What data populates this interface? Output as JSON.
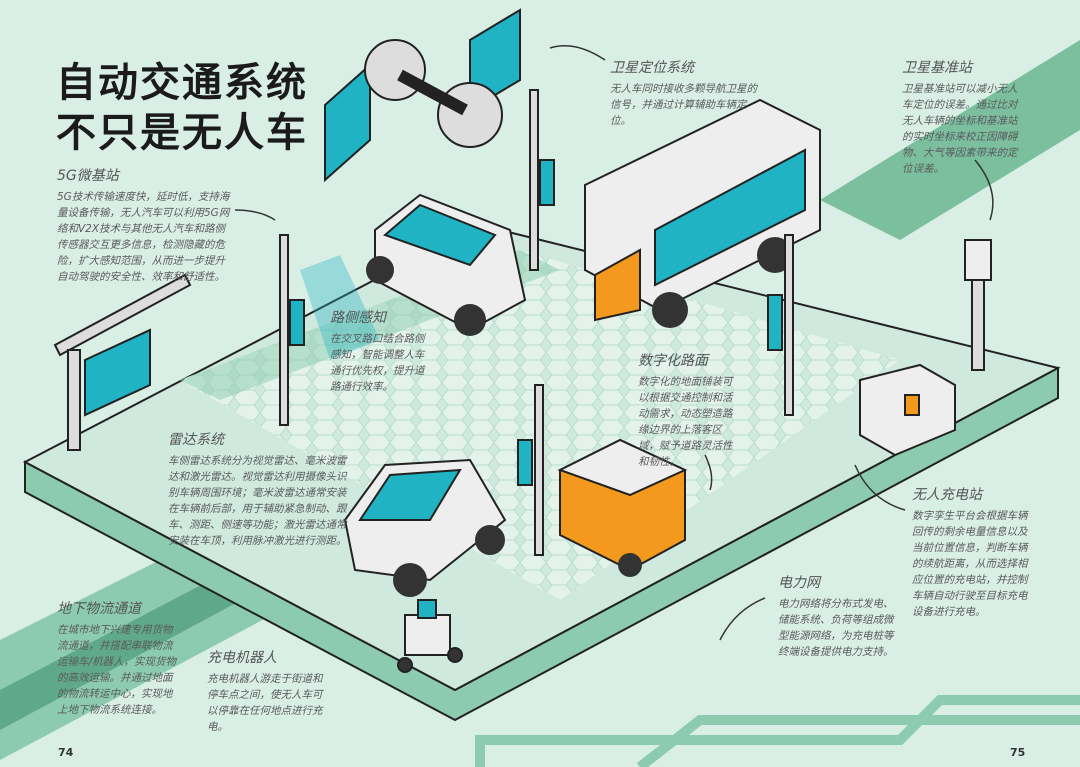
{
  "title": {
    "line1": "自动交通系统",
    "line2": "不只是无人车"
  },
  "sections": {
    "g5": {
      "heading": "5G微基站",
      "body": "5G技术传输速度快，延时低，支持海量设备传输，无人汽车可以利用5G网络和V2X技术与其他无人汽车和路侧传感器交互更多信息，检测隐藏的危险，扩大感知范围，从而进一步提升自动驾驶的安全性、效率和舒适性。"
    },
    "satellite": {
      "heading": "卫星定位系统",
      "body": "无人车同时接收多颗导航卫星的信号，并通过计算辅助车辆定位。"
    },
    "base_station": {
      "heading": "卫星基准站",
      "body": "卫星基准站可以减小无人车定位的误差。通过比对无人车辆的坐标和基准站的实时坐标来校正因障碍物、大气等因素带来的定位误差。"
    },
    "roadside": {
      "heading": "路侧感知",
      "body": "在交叉路口结合路侧感知，智能调整人车通行优先权，提升道路通行效率。"
    },
    "digital_road": {
      "heading": "数字化路面",
      "body": "数字化的地面铺装可以根据交通控制和活动需求，动态塑造路缘边界的上落客区域，赋予道路灵活性和韧性。"
    },
    "radar": {
      "heading": "雷达系统",
      "body": "车侧雷达系统分为视觉雷达、毫米波雷达和激光雷达。视觉雷达利用摄像头识别车辆周围环境；毫米波雷达通常安装在车辆前后部，用于辅助紧急制动、跟车、测距、侧速等功能；激光雷达通常安装在车顶，利用脉冲激光进行测距。"
    },
    "charging_station": {
      "heading": "无人充电站",
      "body": "数字孪生平台会根据车辆回传的剩余电量信息以及当前位置信息，判断车辆的续航距离，从而选择相应位置的充电站，并控制车辆自动行驶至目标充电设备进行充电。"
    },
    "grid": {
      "heading": "电力网",
      "body": "电力网络将分布式发电、储能系统、负荷等组成微型能源网络，为充电桩等终端设备提供电力支持。"
    },
    "underground": {
      "heading": "地下物流通道",
      "body": "在城市地下兴建专用货物流通道，并搭配串联物流运输车/机器人，实现货物的高效运输。并通过地面的物流转运中心，实现地上地下物流系统连接。"
    },
    "robot": {
      "heading": "充电机器人",
      "body": "充电机器人游走于街道和停车点之间，使无人车可以停靠在任何地点进行充电。"
    }
  },
  "page_numbers": {
    "left": "74",
    "right": "75"
  },
  "colors": {
    "background": "#d9efe6",
    "platform": "#c9e6da",
    "teal": "#1fb3c4",
    "orange": "#f39a1e",
    "green_band": "#7bbf9f"
  }
}
